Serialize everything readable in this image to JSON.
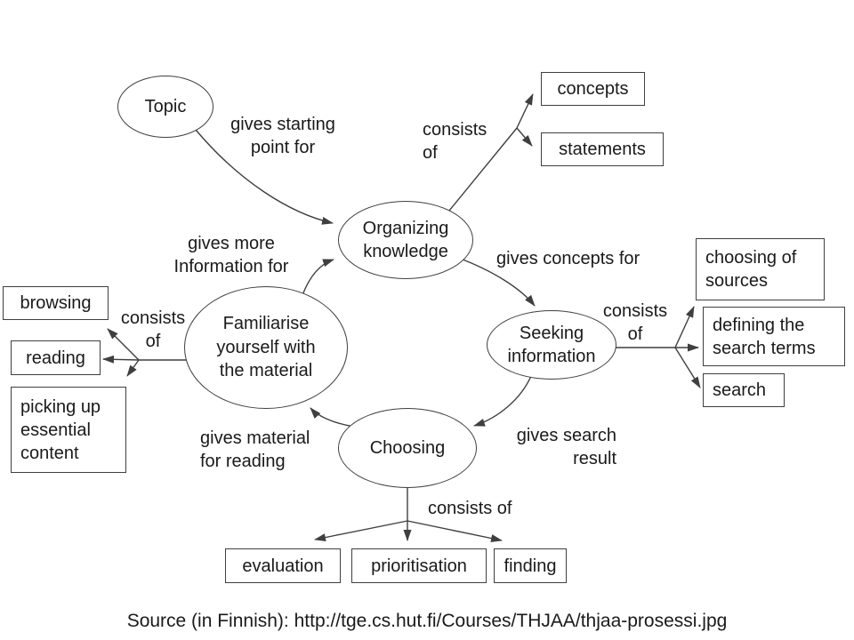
{
  "diagram": {
    "nodes": {
      "topic": "Topic",
      "organizing": "Organizing\nknowledge",
      "familiarise": "Familiarise\nyourself with\nthe material",
      "seeking": "Seeking\ninformation",
      "choosing": "Choosing"
    },
    "boxes": {
      "concepts": "concepts",
      "statements": "statements",
      "browsing": "browsing",
      "reading": "reading",
      "picking": "picking up\nessential\ncontent",
      "choosing_sources": "choosing of\nsources",
      "defining_terms": "defining the\nsearch terms",
      "search": "search",
      "evaluation": "evaluation",
      "prioritisation": "prioritisation",
      "finding": "finding"
    },
    "edge_labels": {
      "gives_starting": "gives starting\npoint for",
      "consists_of_top": "consists\nof",
      "gives_concepts": "gives concepts for",
      "gives_more": "gives more\nInformation for",
      "consists_of_left": "consists\nof",
      "gives_material": "gives material\nfor reading",
      "gives_search": "gives search\nresult",
      "consists_of_right": "consists\nof",
      "consists_of_bottom": "consists of"
    },
    "source_note": "Source (in Finnish): http://tge.cs.hut.fi/Courses/THJAA/thjaa-prosessi.jpg",
    "colors": {
      "background": "#ffffff",
      "line": "#3f3f3f",
      "text": "#1a1a1a"
    }
  }
}
